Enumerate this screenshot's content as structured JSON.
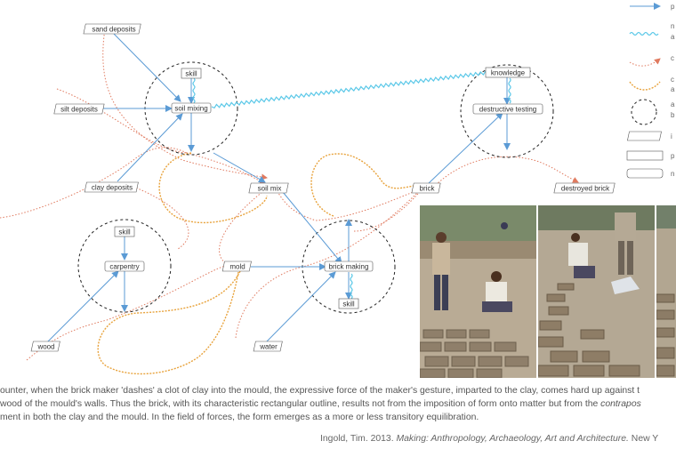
{
  "nodes": {
    "sand_deposits": "sand deposits",
    "silt_deposits": "silt deposits",
    "clay_deposits": "clay deposits",
    "skill_top": "skill",
    "soil_mixing": "soil mixing",
    "soil_mix": "soil mix",
    "knowledge": "knowledge",
    "destructive_testing": "destructive testing",
    "brick": "brick",
    "destroyed_brick": "destroyed brick",
    "skill_left": "skill",
    "carpentry": "carpentry",
    "wood": "wood",
    "mold": "mold",
    "brick_making": "brick making",
    "skill_bottom": "skill",
    "water": "water"
  },
  "legend_fragments": [
    "p",
    "n",
    "a",
    "c",
    "c",
    "a",
    "a",
    "b",
    "i",
    "p",
    "n"
  ],
  "caption": {
    "line1": "ounter, when the brick maker 'dashes' a clot of clay into the mould, the expressive force of the maker's gesture, imparted to the clay, comes hard up against t",
    "line2a": "wood of the mould's walls. Thus the brick, with its characteristic rectangular outline, results not from the imposition of form onto matter but from the ",
    "line2b": "contrapos",
    "line3": "ment in both the clay and the mould. In the field of forces, the form emerges as a more or less transitory equilibration."
  },
  "citation": {
    "author": "Ingold, Tim. 2013. ",
    "title": "Making: Anthropology, Archaeology, Art and Architecture.",
    "tail": " New Y"
  },
  "colors": {
    "blue_arrow": "#5b9bd5",
    "wave_blue": "#5bc8e8",
    "dotted_red": "#e07a5f",
    "orange_wave": "#e8a33d",
    "circle": "#222222"
  }
}
